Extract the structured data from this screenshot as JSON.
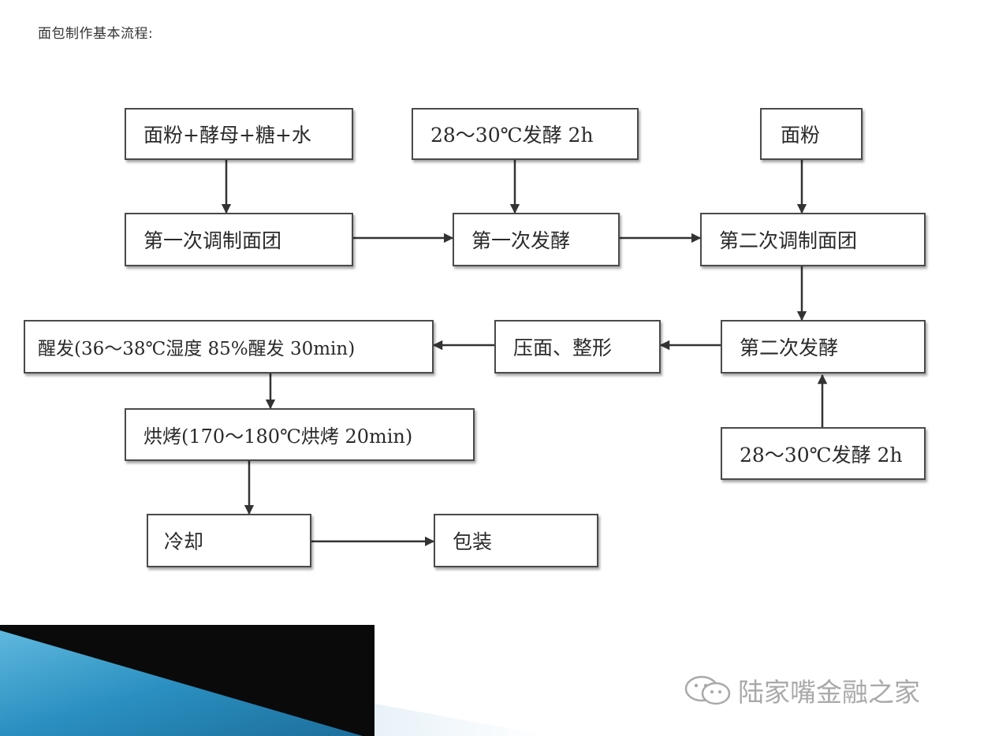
{
  "title": "面包制作基本流程:",
  "nodes": {
    "flour_yeast_sugar_water": "面粉+酵母+糖+水",
    "ferment_condition_1": "28～30℃发酵 2h",
    "flour": "面粉",
    "first_dough": "第一次调制面团",
    "first_ferment": "第一次发酵",
    "second_dough": "第二次调制面团",
    "proofing": "醒发(36～38℃湿度 85%醒发 30min)",
    "press_shape": "压面、整形",
    "second_ferment": "第二次发酵",
    "baking": "烘烤(170～180℃烘烤 20min)",
    "ferment_condition_2": "28～30℃发酵 2h",
    "cooling": "冷却",
    "packaging": "包装"
  },
  "watermark": {
    "text": "陆家嘴金融之家",
    "icon": "wechat-icon"
  },
  "colors": {
    "box_border": "#4a4a4a",
    "arrow": "#333333",
    "watermark": "#a9a9a9",
    "deco_blue": "#2a8fc0",
    "deco_dark": "#0a0a0a"
  }
}
